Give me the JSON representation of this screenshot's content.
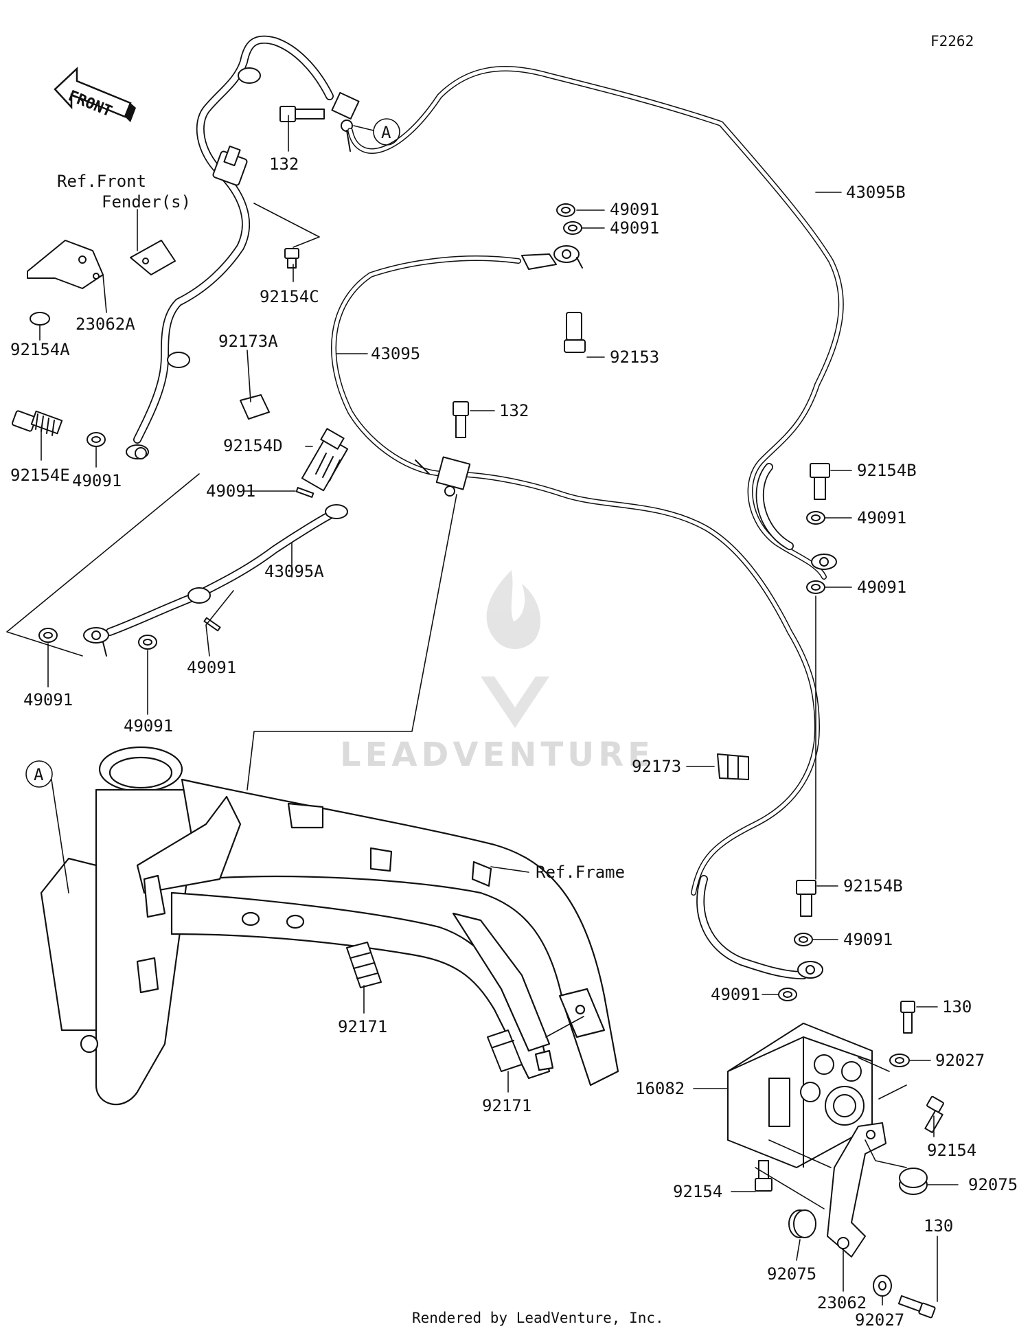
{
  "diagram": {
    "code": "F2262",
    "footer": "Rendered by LeadVenture, Inc.",
    "watermark": "LEADVENTURE",
    "front_arrow": "FRONT",
    "ref_front_fender_line1": "Ref.Front",
    "ref_front_fender_line2": "Fender(s)",
    "ref_frame": "Ref.Frame",
    "marker_a": "A",
    "labels": {
      "l132_top": "132",
      "l43095B": "43095B",
      "l49091_a": "49091",
      "l49091_b": "49091",
      "l92153": "92153",
      "l43095": "43095",
      "l132_mid": "132",
      "l92154C": "92154C",
      "l23062A": "23062A",
      "l92154A": "92154A",
      "l92173A": "92173A",
      "l92154E": "92154E",
      "l49091_c": "49091",
      "l92154D": "92154D",
      "l49091_d": "49091",
      "l43095A": "43095A",
      "l49091_e": "49091",
      "l49091_f": "49091",
      "l49091_g": "49091",
      "l92154B_a": "92154B",
      "l49091_h": "49091",
      "l49091_i": "49091",
      "l92173": "92173",
      "l92154B_b": "92154B",
      "l49091_j": "49091",
      "l49091_k": "49091",
      "l130_a": "130",
      "l92027_a": "92027",
      "l16082": "16082",
      "l92154_a": "92154",
      "l92075_a": "92075",
      "l92154_b": "92154",
      "l92075_b": "92075",
      "l130_b": "130",
      "l23062": "23062",
      "l92027_b": "92027",
      "l92171_a": "92171",
      "l92171_b": "92171"
    }
  }
}
